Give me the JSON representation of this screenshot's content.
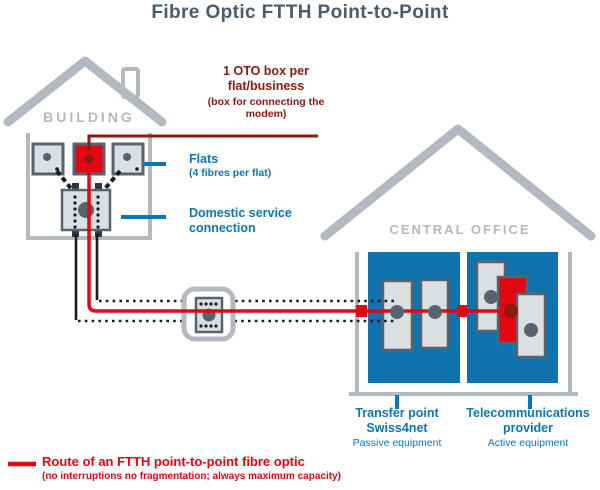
{
  "title": "Fibre Optic FTTH Point-to-Point",
  "colors": {
    "red": "#e30613",
    "dark_red": "#8c1a10",
    "blue": "#0e76b4",
    "slate": "#4a5b6c",
    "gray": "#b3b9c0",
    "dark_gray": "#59636d",
    "light_gray": "#dcdfe2",
    "box_blue": "#1173ae",
    "black": "#1b1b1b"
  },
  "building": {
    "label": "BUILDING",
    "oto_note": "1 OTO box per flat/business",
    "oto_note_sub": "(box for connecting the modem)",
    "flats_label": "Flats",
    "flats_sub": "(4 fibres per flat)",
    "domestic_label": "Domestic service connection"
  },
  "central_office": {
    "label": "CENTRAL OFFICE",
    "transfer_line1": "Transfer point",
    "transfer_line2": "Swiss4net",
    "transfer_sub": "Passive equipment",
    "provider_label": "Telecommunications provider",
    "provider_sub": "Active equipment"
  },
  "legend": {
    "label": "Route of an FTTH point-to-point fibre optic",
    "sub": "(no interruptions no fragmentation; always maximum capacity)"
  }
}
